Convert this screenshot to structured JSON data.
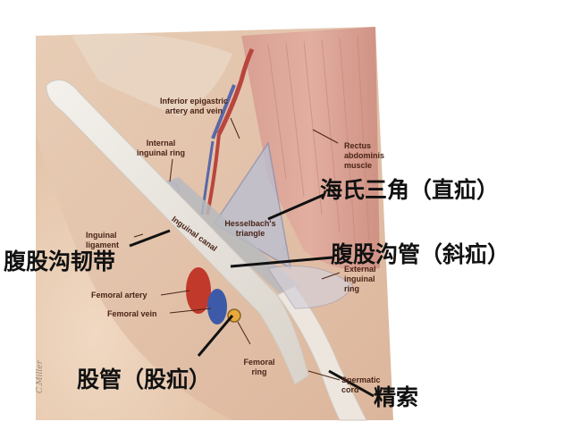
{
  "diagram": {
    "labels": {
      "inferior_epigastric": "Inferior epigastric\nartery and vein",
      "internal_ring": "Internal\ninguinal ring",
      "rectus": "Rectus\nabdominis\nmuscle",
      "hesselbach": "Hesselbach's\ntriangle",
      "inguinal_canal": "Inguinal canal",
      "inguinal_ligament": "Inguinal\nligament",
      "external_ring": "External\ninguinal\nring",
      "femoral_artery": "Femoral artery",
      "femoral_vein": "Femoral vein",
      "femoral_ring": "Femoral\nring",
      "spermatic_cord": "Spermatic\ncord"
    },
    "annotations": {
      "hesselbach_cn": "海氏三角（直疝）",
      "inguinal_canal_cn": "腹股沟管（斜疝）",
      "inguinal_ligament_cn": "腹股沟韧带",
      "femoral_canal_cn": "股管（股疝）",
      "spermatic_cord_cn": "精索"
    },
    "signature": "C.Miller"
  }
}
